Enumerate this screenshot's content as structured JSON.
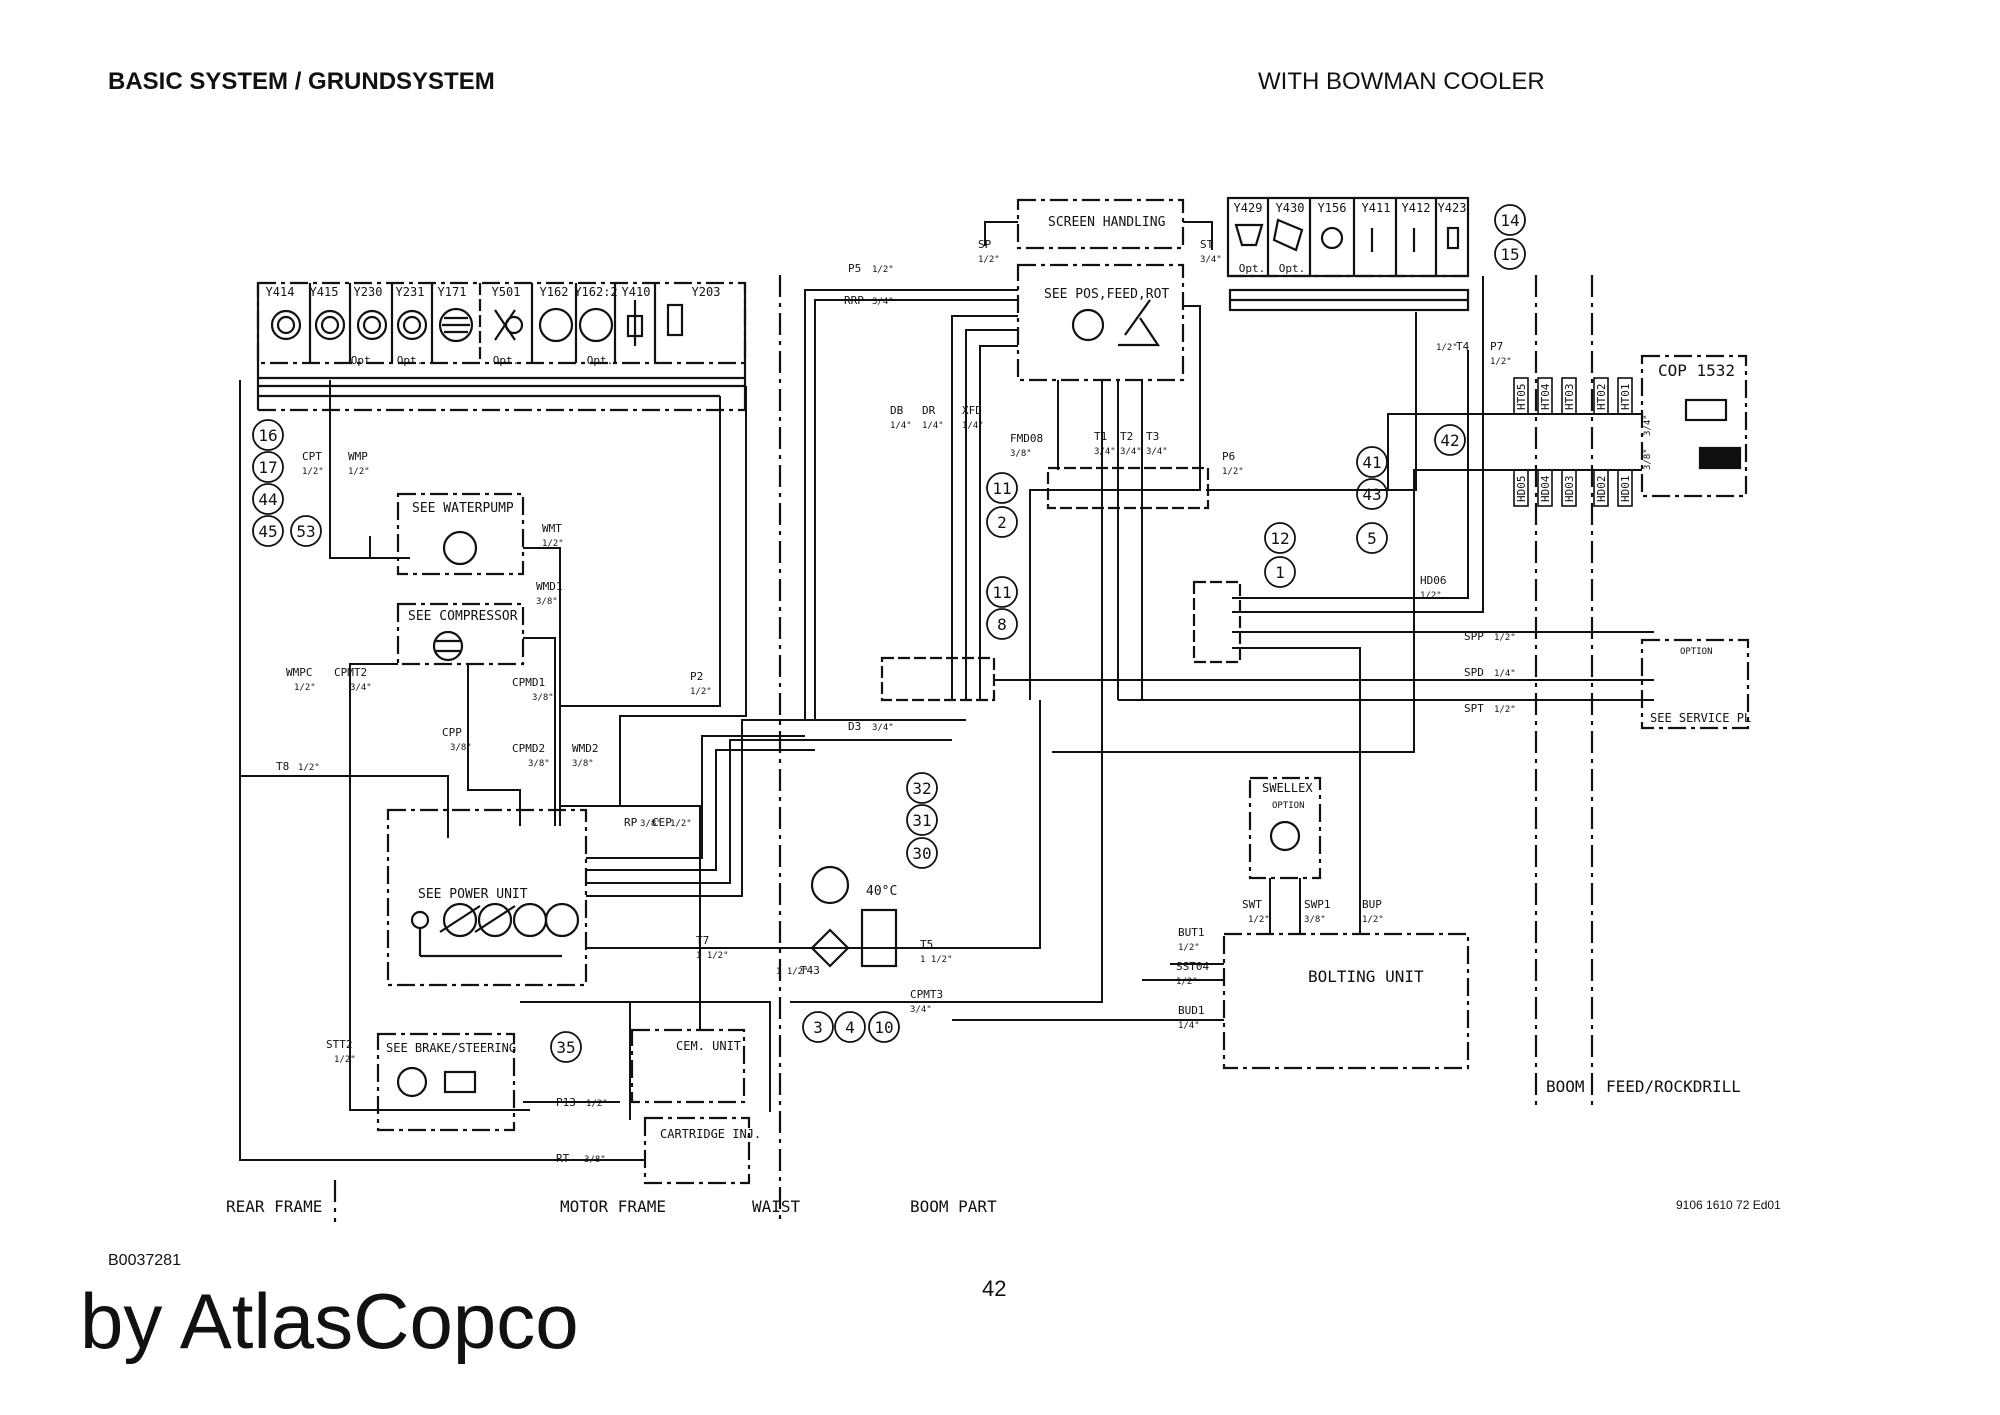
{
  "header": {
    "title_left": "BASIC SYSTEM / GRUNDSYSTEM",
    "title_right": "WITH BOWMAN COOLER"
  },
  "footer": {
    "code": "B0037281",
    "page": "42",
    "brand": "by AtlasCopco",
    "doc_ref": "9106 1610 72 Ed01"
  },
  "valves_left": [
    "Y414",
    "Y415",
    "Y230",
    "Y231",
    "Y171",
    "Y501",
    "Y162",
    "Y162:2",
    "Y410",
    "Y203"
  ],
  "valves_right": [
    "Y429",
    "Y430",
    "Y156",
    "Y411",
    "Y412",
    "Y423"
  ],
  "opt_label": "Opt.",
  "option_label": "OPTION",
  "blocks": {
    "screen_handling": "SCREEN HANDLING",
    "pos_feed_rot": "SEE POS,FEED,ROT",
    "waterpump": "SEE WATERPUMP",
    "compressor": "SEE COMPRESSOR",
    "power_unit": "SEE POWER UNIT",
    "brake_steering": "SEE BRAKE/STEERING",
    "cem_unit": "CEM. UNIT",
    "cartridge_inj": "CARTRIDGE INJ.",
    "bolting_unit": "BOLTING UNIT",
    "swellex": "SWELLEX",
    "cop": "COP 1532",
    "service_pl": "SEE SERVICE PL",
    "temp": "40°C"
  },
  "line_labels": [
    {
      "name": "SP",
      "size": "1/2\""
    },
    {
      "name": "ST",
      "size": "3/4\""
    },
    {
      "name": "P5",
      "size": "1/2\""
    },
    {
      "name": "RRP",
      "size": "3/4\""
    },
    {
      "name": "T4",
      "size": "1/2\""
    },
    {
      "name": "P7",
      "size": "1/2\""
    },
    {
      "name": "CPT",
      "size": "1/2\""
    },
    {
      "name": "WMP",
      "size": "1/2\""
    },
    {
      "name": "DB",
      "size": "1/4\""
    },
    {
      "name": "DR",
      "size": "1/4\""
    },
    {
      "name": "XFD",
      "size": "1/4\""
    },
    {
      "name": "FMD08",
      "size": "3/8\""
    },
    {
      "name": "T1",
      "size": "3/4\""
    },
    {
      "name": "T2",
      "size": "3/4\""
    },
    {
      "name": "T3",
      "size": "3/4\""
    },
    {
      "name": "P6",
      "size": "1/2\""
    },
    {
      "name": "WMT",
      "size": "1/2\""
    },
    {
      "name": "WMD1",
      "size": "3/8\""
    },
    {
      "name": "HD06",
      "size": "1/2\""
    },
    {
      "name": "SPP",
      "size": "1/2\""
    },
    {
      "name": "SPD",
      "size": "1/4\""
    },
    {
      "name": "SPT",
      "size": "1/2\""
    },
    {
      "name": "WMPC",
      "size": "1/2\""
    },
    {
      "name": "CPMT2",
      "size": "3/4\""
    },
    {
      "name": "CPMD1",
      "size": "3/8\""
    },
    {
      "name": "P2",
      "size": "1/2\""
    },
    {
      "name": "D3",
      "size": "3/4\""
    },
    {
      "name": "CPP",
      "size": "3/8\""
    },
    {
      "name": "CPMD2",
      "size": "3/8\""
    },
    {
      "name": "WMD2",
      "size": "3/8\""
    },
    {
      "name": "T8",
      "size": "1/2\""
    },
    {
      "name": "RP",
      "size": "3/8\""
    },
    {
      "name": "CEP",
      "size": "1/2\""
    },
    {
      "name": "SWT",
      "size": "1/2\""
    },
    {
      "name": "SWP1",
      "size": "3/8\""
    },
    {
      "name": "BUP",
      "size": "1/2\""
    },
    {
      "name": "T7",
      "size": "1 1/2\""
    },
    {
      "name": "T5",
      "size": "1 1/2\""
    },
    {
      "name": "BUT1",
      "size": "1/2\""
    },
    {
      "name": "SST04",
      "size": "1/2\""
    },
    {
      "name": "BUD1",
      "size": "1/4\""
    },
    {
      "name": "T43",
      "size": "1 1/2\""
    },
    {
      "name": "CPMT3",
      "size": "3/4\""
    },
    {
      "name": "STT2",
      "size": "1/2\""
    },
    {
      "name": "P13",
      "size": "1/2\""
    },
    {
      "name": "RT",
      "size": "3/8\""
    }
  ],
  "hoses_top": [
    "HT05",
    "HT04",
    "HT03",
    "HT02",
    "HT01"
  ],
  "hoses_bottom": [
    "HD05",
    "HD04",
    "HD03",
    "HD02",
    "HD01"
  ],
  "hose_sizes": [
    "3/4\"",
    "3/8\""
  ],
  "refs": [
    "14",
    "15",
    "16",
    "17",
    "44",
    "45",
    "53",
    "11",
    "2",
    "42",
    "41",
    "43",
    "5",
    "12",
    "1",
    "11",
    "8",
    "32",
    "31",
    "30",
    "3",
    "4",
    "10",
    "35"
  ],
  "frames": [
    "REAR FRAME",
    "MOTOR FRAME",
    "WAIST",
    "BOOM PART",
    "BOOM",
    "FEED/ROCKDRILL"
  ]
}
